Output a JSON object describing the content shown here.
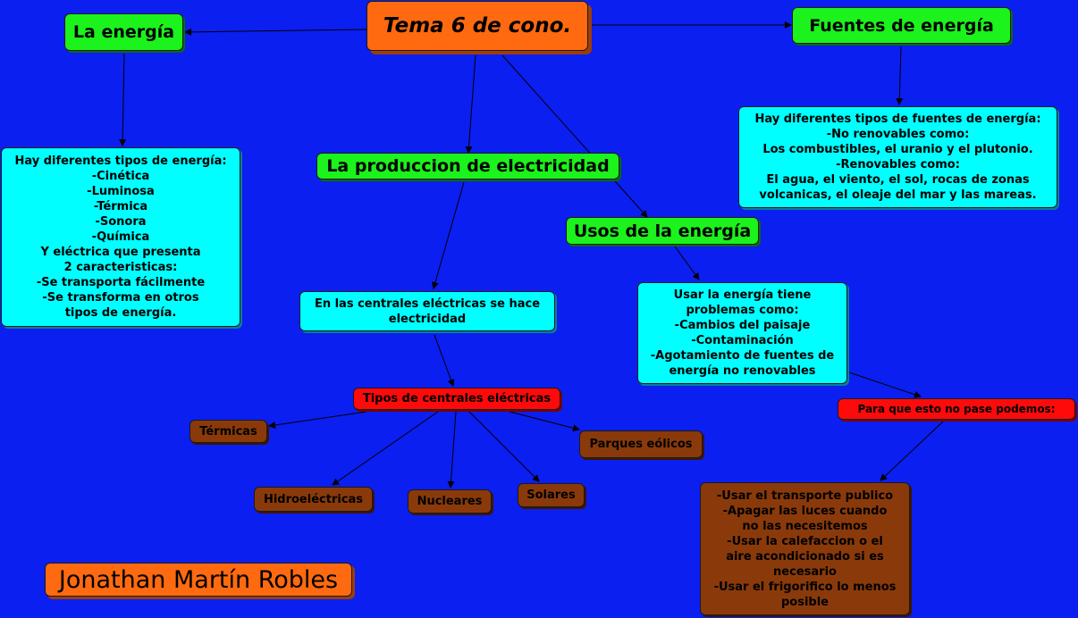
{
  "colors": {
    "background": "#0b1ff0",
    "title": "#ff6a10",
    "heading": "#1cf21c",
    "info": "#00ffff",
    "highlight": "#ff0a0a",
    "leaf": "#8a3a0a"
  },
  "title": "Tema 6 de cono.",
  "author": "Jonathan Martín Robles",
  "nodes": {
    "la_energia": "La energía",
    "fuentes": "Fuentes de energía",
    "produccion": "La produccion de electricidad",
    "usos": "Usos de la energía",
    "tipos_energia": [
      "Hay diferentes tipos de energía:",
      "-Cinética",
      "-Luminosa",
      "-Térmica",
      "-Sonora",
      "-Química",
      "Y eléctrica que presenta",
      "2 caracteristicas:",
      "-Se transporta fácilmente",
      "-Se transforma en otros",
      "tipos de energía."
    ],
    "tipos_fuentes": [
      "Hay diferentes tipos de fuentes de energía:",
      "-No renovables como:",
      "Los combustibles, el uranio y el plutonio.",
      "-Renovables como:",
      "El agua, el viento, el sol, rocas de zonas",
      "volcanicas, el oleaje del mar y las mareas."
    ],
    "centrales_desc": [
      "En las centrales eléctricas se hace",
      "electricidad"
    ],
    "usar_problemas": [
      "Usar la energía tiene",
      "problemas como:",
      "-Cambios del paisaje",
      "-Contaminación",
      "-Agotamiento de fuentes de",
      "energía no renovables"
    ],
    "tipos_centrales": "Tipos de centrales eléctricas",
    "para_que": "Para que esto no pase podemos:",
    "termicas": "Térmicas",
    "parques": "Parques eólicos",
    "hidro": "Hidroeléctricas",
    "nucleares": "Nucleares",
    "solares": "Solares",
    "acciones": [
      "-Usar el transporte publico",
      "-Apagar las luces cuando",
      "no las necesitemos",
      "-Usar la calefaccion o el",
      "aire acondicionado si es",
      "necesario",
      "-Usar el frigorifico lo menos",
      "posible"
    ]
  }
}
